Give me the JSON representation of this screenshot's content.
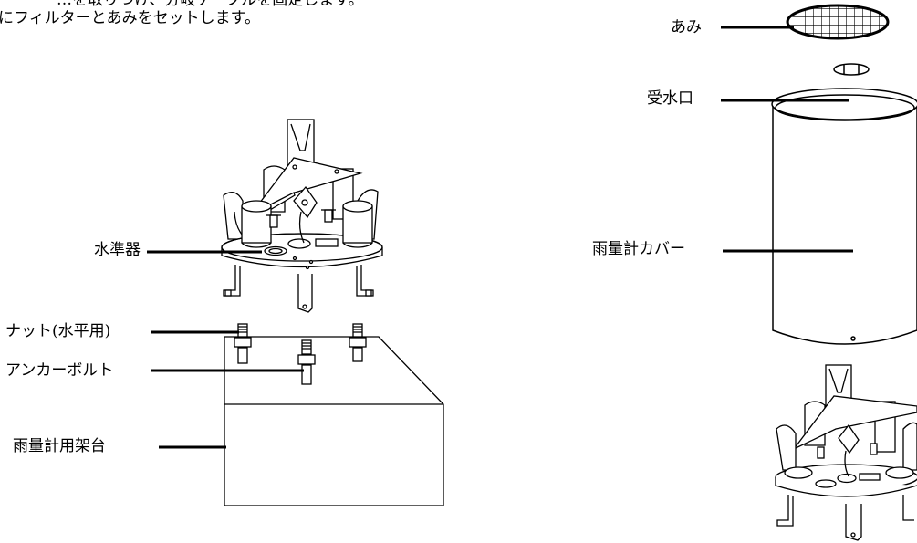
{
  "intro": {
    "line1": "…を取りつけ、分岐ケーブルを固定します。",
    "line2": "にフィルターとあみをセットします。"
  },
  "labels": {
    "level": "水準器",
    "nut": "ナット(水平用)",
    "anchor_bolt": "アンカーボルト",
    "stand": "雨量計用架台",
    "mesh": "あみ",
    "inlet": "受水口",
    "cover": "雨量計カバー"
  }
}
